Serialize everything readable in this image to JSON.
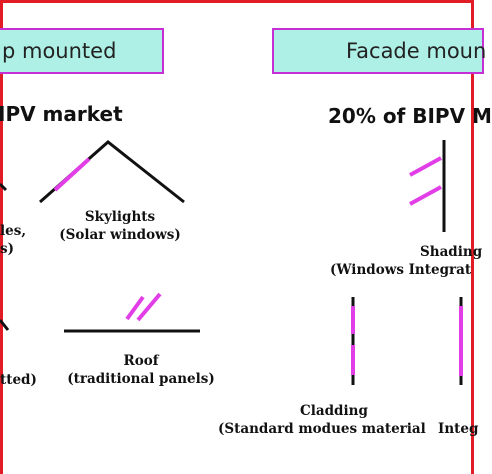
{
  "left_panel": {
    "header": "p mounted",
    "heading": "IPV market",
    "partial_label_1_line1": "les,",
    "partial_label_1_line2": "s)",
    "partial_label_2": "tted)",
    "skylights_line1": "Skylights",
    "skylights_line2": "(Solar windows)",
    "roof_line1": "Roof",
    "roof_line2": "(traditional panels)"
  },
  "right_panel": {
    "header": "Facade moun",
    "heading": "20% of BIPV M",
    "shading_line1": "Shading",
    "shading_line2": "(Windows Integrat",
    "cladding_line1": "Cladding",
    "cladding_line2": "(Standard modues material",
    "partial_label": "Integ"
  },
  "colors": {
    "frame": "#e11c24",
    "header_fill": "#aef0e6",
    "header_border": "#c72fd6",
    "pv_module": "#e23ee8",
    "structure": "#111111"
  }
}
